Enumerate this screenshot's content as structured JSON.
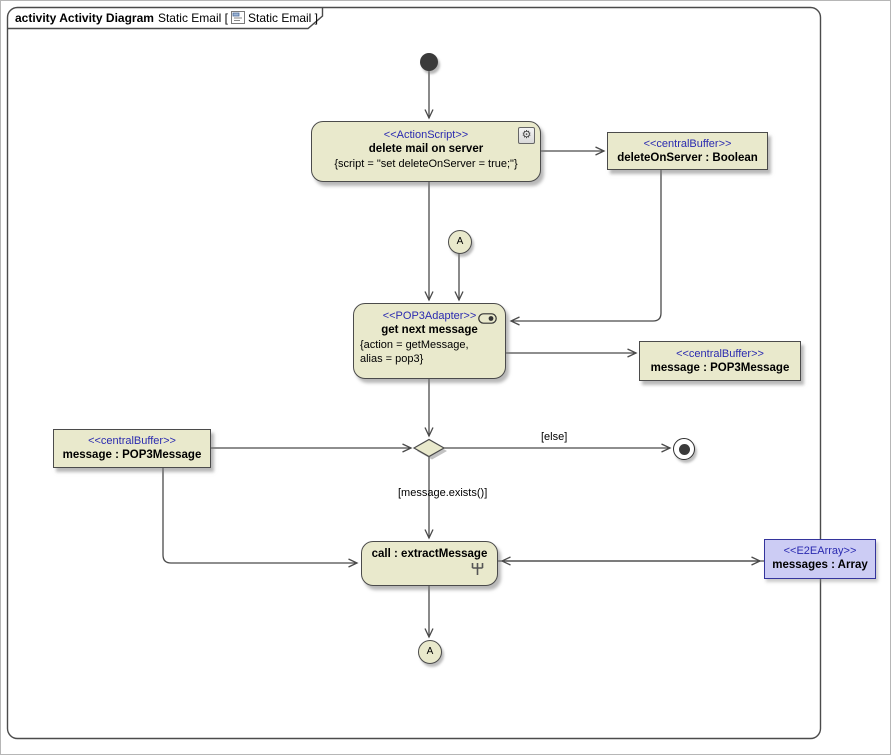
{
  "frame": {
    "header_kind": "activity Activity Diagram",
    "header_name": "Static Email [",
    "header_close": "Static Email ]",
    "header_icon": "activity-diagram-icon"
  },
  "nodes": {
    "action_delete": {
      "stereotype": "<<ActionScript>>",
      "name": "delete mail on server",
      "body": "{script = \"set deleteOnServer = true;\"}",
      "corner_icon": "gear-icon"
    },
    "buffer_delete": {
      "stereotype": "<<centralBuffer>>",
      "name": "deleteOnServer : Boolean"
    },
    "action_get": {
      "stereotype": "<<POP3Adapter>>",
      "name": "get next message",
      "body_line1": "{action = getMessage,",
      "body_line2": "alias = pop3}",
      "corner_icon": "adapter-port-icon"
    },
    "buffer_message_right": {
      "stereotype": "<<centralBuffer>>",
      "name": "message : POP3Message"
    },
    "buffer_message_left": {
      "stereotype": "<<centralBuffer>>",
      "name": "message : POP3Message"
    },
    "action_extract": {
      "name": "call : extractMessage",
      "corner_icon": "rake-icon"
    },
    "e2e_array": {
      "stereotype": "<<E2EArray>>",
      "name": "messages : Array"
    },
    "connector_top": {
      "label": "A"
    },
    "connector_bottom": {
      "label": "A"
    }
  },
  "guards": {
    "else_branch": "[else]",
    "exists_branch": "[message.exists()]"
  },
  "colors": {
    "node_fill": "#e9e9cc",
    "node_border": "#4b4b4b",
    "stereo": "#2a2ab0",
    "e2e_fill": "#ccccf4",
    "e2e_border": "#34349c",
    "line": "#4a4a4a"
  }
}
